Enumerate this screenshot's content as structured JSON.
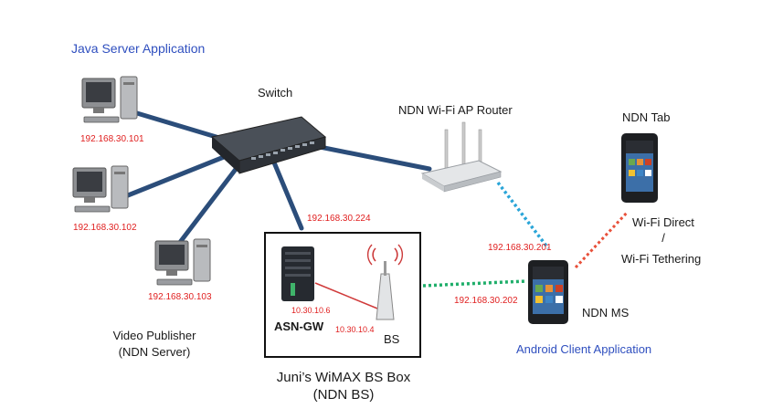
{
  "labels": {
    "java_server_app": "Java Server Application",
    "switch": "Switch",
    "ap_router": "NDN Wi-Fi AP Router",
    "ndn_tab": "NDN Tab",
    "ip_server1": "192.168.30.101",
    "ip_server2": "192.168.30.102",
    "ip_server3": "192.168.30.103",
    "ip_box_uplink": "192.168.30.224",
    "ip_router_link": "192.168.30.201",
    "ip_ms": "192.168.30.202",
    "wifi_direct": "Wi-Fi Direct",
    "slash": "/",
    "wifi_tethering": "Wi-Fi Tethering",
    "ip_asn": "10.30.10.6",
    "ip_bs": "10.30.10.4",
    "asn_gw": "ASN-GW",
    "bs": "BS",
    "ndn_ms": "NDN MS",
    "video_publisher_1": "Video Publisher",
    "video_publisher_2": "(NDN Server)",
    "android_client_app": "Android Client Application",
    "box_title_1": "Juni’s WiMAX BS Box",
    "box_title_2": "(NDN BS)"
  },
  "colors": {
    "label_blue": "#2f4fbf",
    "ip_red": "#e02020",
    "ethernet_link": "#2b4d7a",
    "wifi_link": "#2aa5d8",
    "bs_link": "#1fae6a",
    "tether_link": "#e8503a",
    "asn_bs_link": "#d03a3a"
  }
}
